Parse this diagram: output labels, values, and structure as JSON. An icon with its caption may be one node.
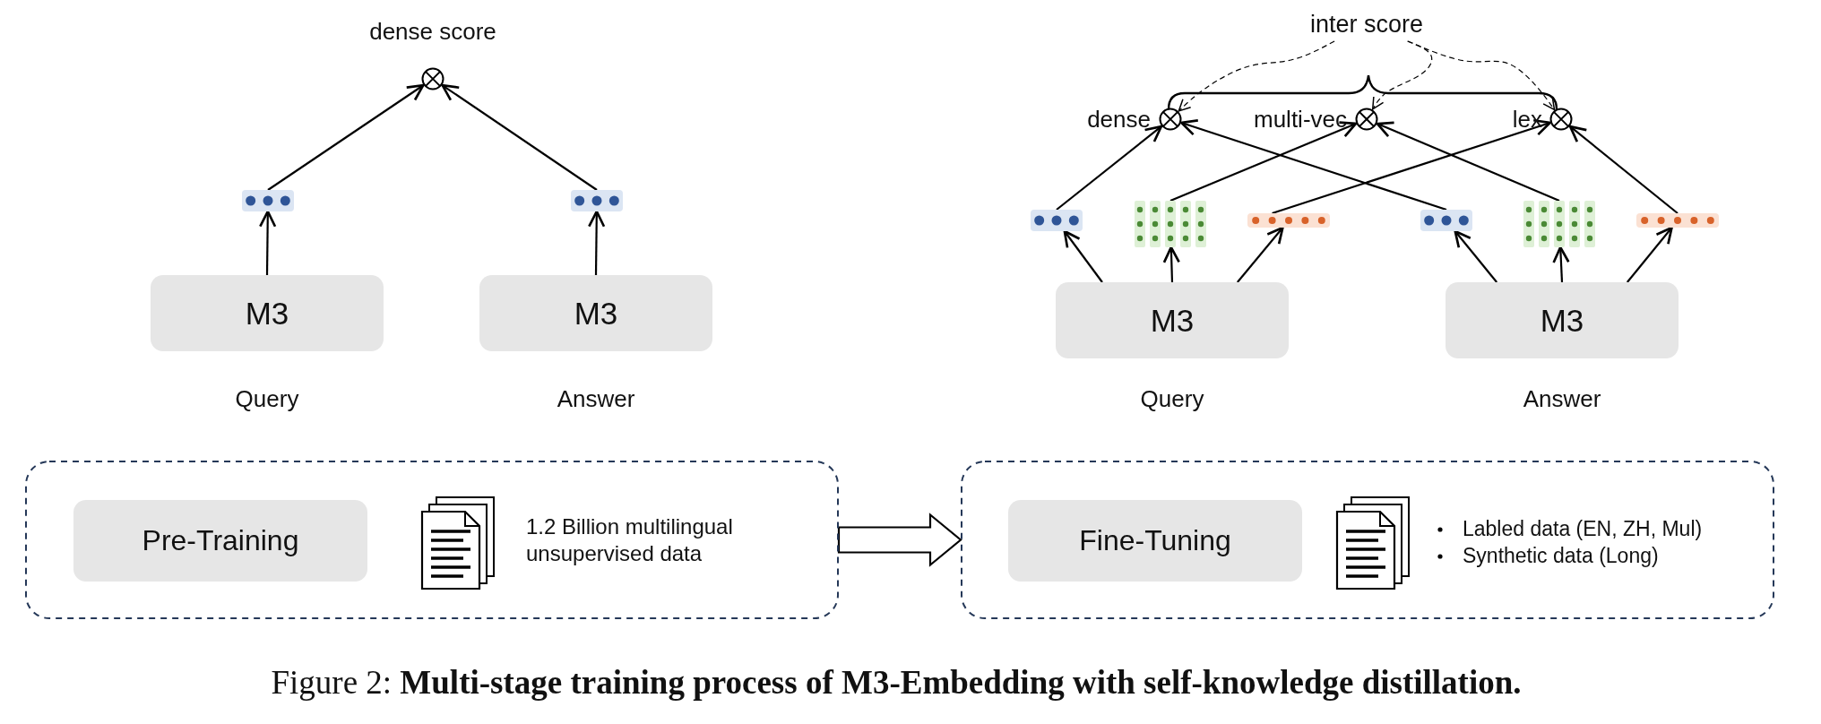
{
  "diagram": {
    "caption": "Figure 2: **Multi-stage training process of M3-Embedding with self-knowledge distillation.**",
    "nodes": [
      {
        "text": [],
        "shape": "circle",
        "beside": [
          "dense score"
        ]
      },
      {
        "text": [],
        "shape": "bar"
      },
      {
        "text": [],
        "shape": "bar"
      },
      {
        "text": [
          "M3"
        ],
        "beside": [
          "Query"
        ]
      },
      {
        "text": [
          "M3"
        ],
        "beside": [
          "Answer"
        ]
      },
      {
        "text": [
          "inter score"
        ]
      },
      {
        "text": [],
        "shape": "circle",
        "beside": [
          "dense"
        ]
      },
      {
        "text": [],
        "shape": "circle",
        "beside": [
          "multi-vec"
        ]
      },
      {
        "text": [],
        "shape": "circle",
        "beside": [
          "lex"
        ]
      },
      {
        "text": [],
        "shape": "bar"
      },
      {
        "text": [],
        "shape": "bar"
      },
      {
        "text": [],
        "shape": "bar"
      },
      {
        "text": [],
        "shape": "bar"
      },
      {
        "text": [],
        "shape": "bar"
      },
      {
        "text": [],
        "shape": "bar"
      },
      {
        "text": [
          "M3"
        ],
        "beside": [
          "Query"
        ]
      },
      {
        "text": [
          "M3"
        ],
        "beside": [
          "Answer"
        ]
      },
      {
        "text": [],
        "shape": "box"
      },
      {
        "text": [
          "Pre-Training"
        ],
        "in": 17
      },
      {
        "text": [],
        "shape": "box"
      },
      {
        "text": [
          "Fine-Tuning"
        ],
        "in": 19
      }
    ],
    "edges": [
      {
        "from": 3,
        "to": 1,
        "arrow": "to"
      },
      {
        "from": 1,
        "to": 0,
        "arrow": "to"
      },
      {
        "from": 4,
        "to": 2,
        "arrow": "to"
      },
      {
        "from": 2,
        "to": 0,
        "arrow": "to"
      },
      {
        "from": 5,
        "to": 6,
        "arrow": "to",
        "style": "dashed"
      },
      {
        "from": 5,
        "to": 7,
        "arrow": "to",
        "style": "dashed"
      },
      {
        "from": 5,
        "to": 8,
        "arrow": "to",
        "style": "dashed"
      },
      {
        "from": 15,
        "to": 9,
        "arrow": "to"
      },
      {
        "from": 15,
        "to": 10,
        "arrow": "to"
      },
      {
        "from": 15,
        "to": 11,
        "arrow": "to"
      },
      {
        "from": 16,
        "to": 12,
        "arrow": "to"
      },
      {
        "from": 16,
        "to": 13,
        "arrow": "to"
      },
      {
        "from": 16,
        "to": 14,
        "arrow": "to"
      },
      {
        "from": 9,
        "to": 6,
        "arrow": "to"
      },
      {
        "from": 10,
        "to": 7,
        "arrow": "to"
      },
      {
        "from": 11,
        "to": 8,
        "arrow": "to"
      },
      {
        "from": 12,
        "to": 6,
        "arrow": "to"
      },
      {
        "from": 13,
        "to": 7,
        "arrow": "to"
      },
      {
        "from": 14,
        "to": 8,
        "arrow": "to"
      },
      {
        "from": 17,
        "to": 19,
        "arrow": "to",
        "style": "thick"
      }
    ],
    "labels": [
      "1.2 Billion multilingual unsupervised data",
      "Labled data (EN, ZH, Mul)",
      "Synthetic data (Long)"
    ]
  }
}
